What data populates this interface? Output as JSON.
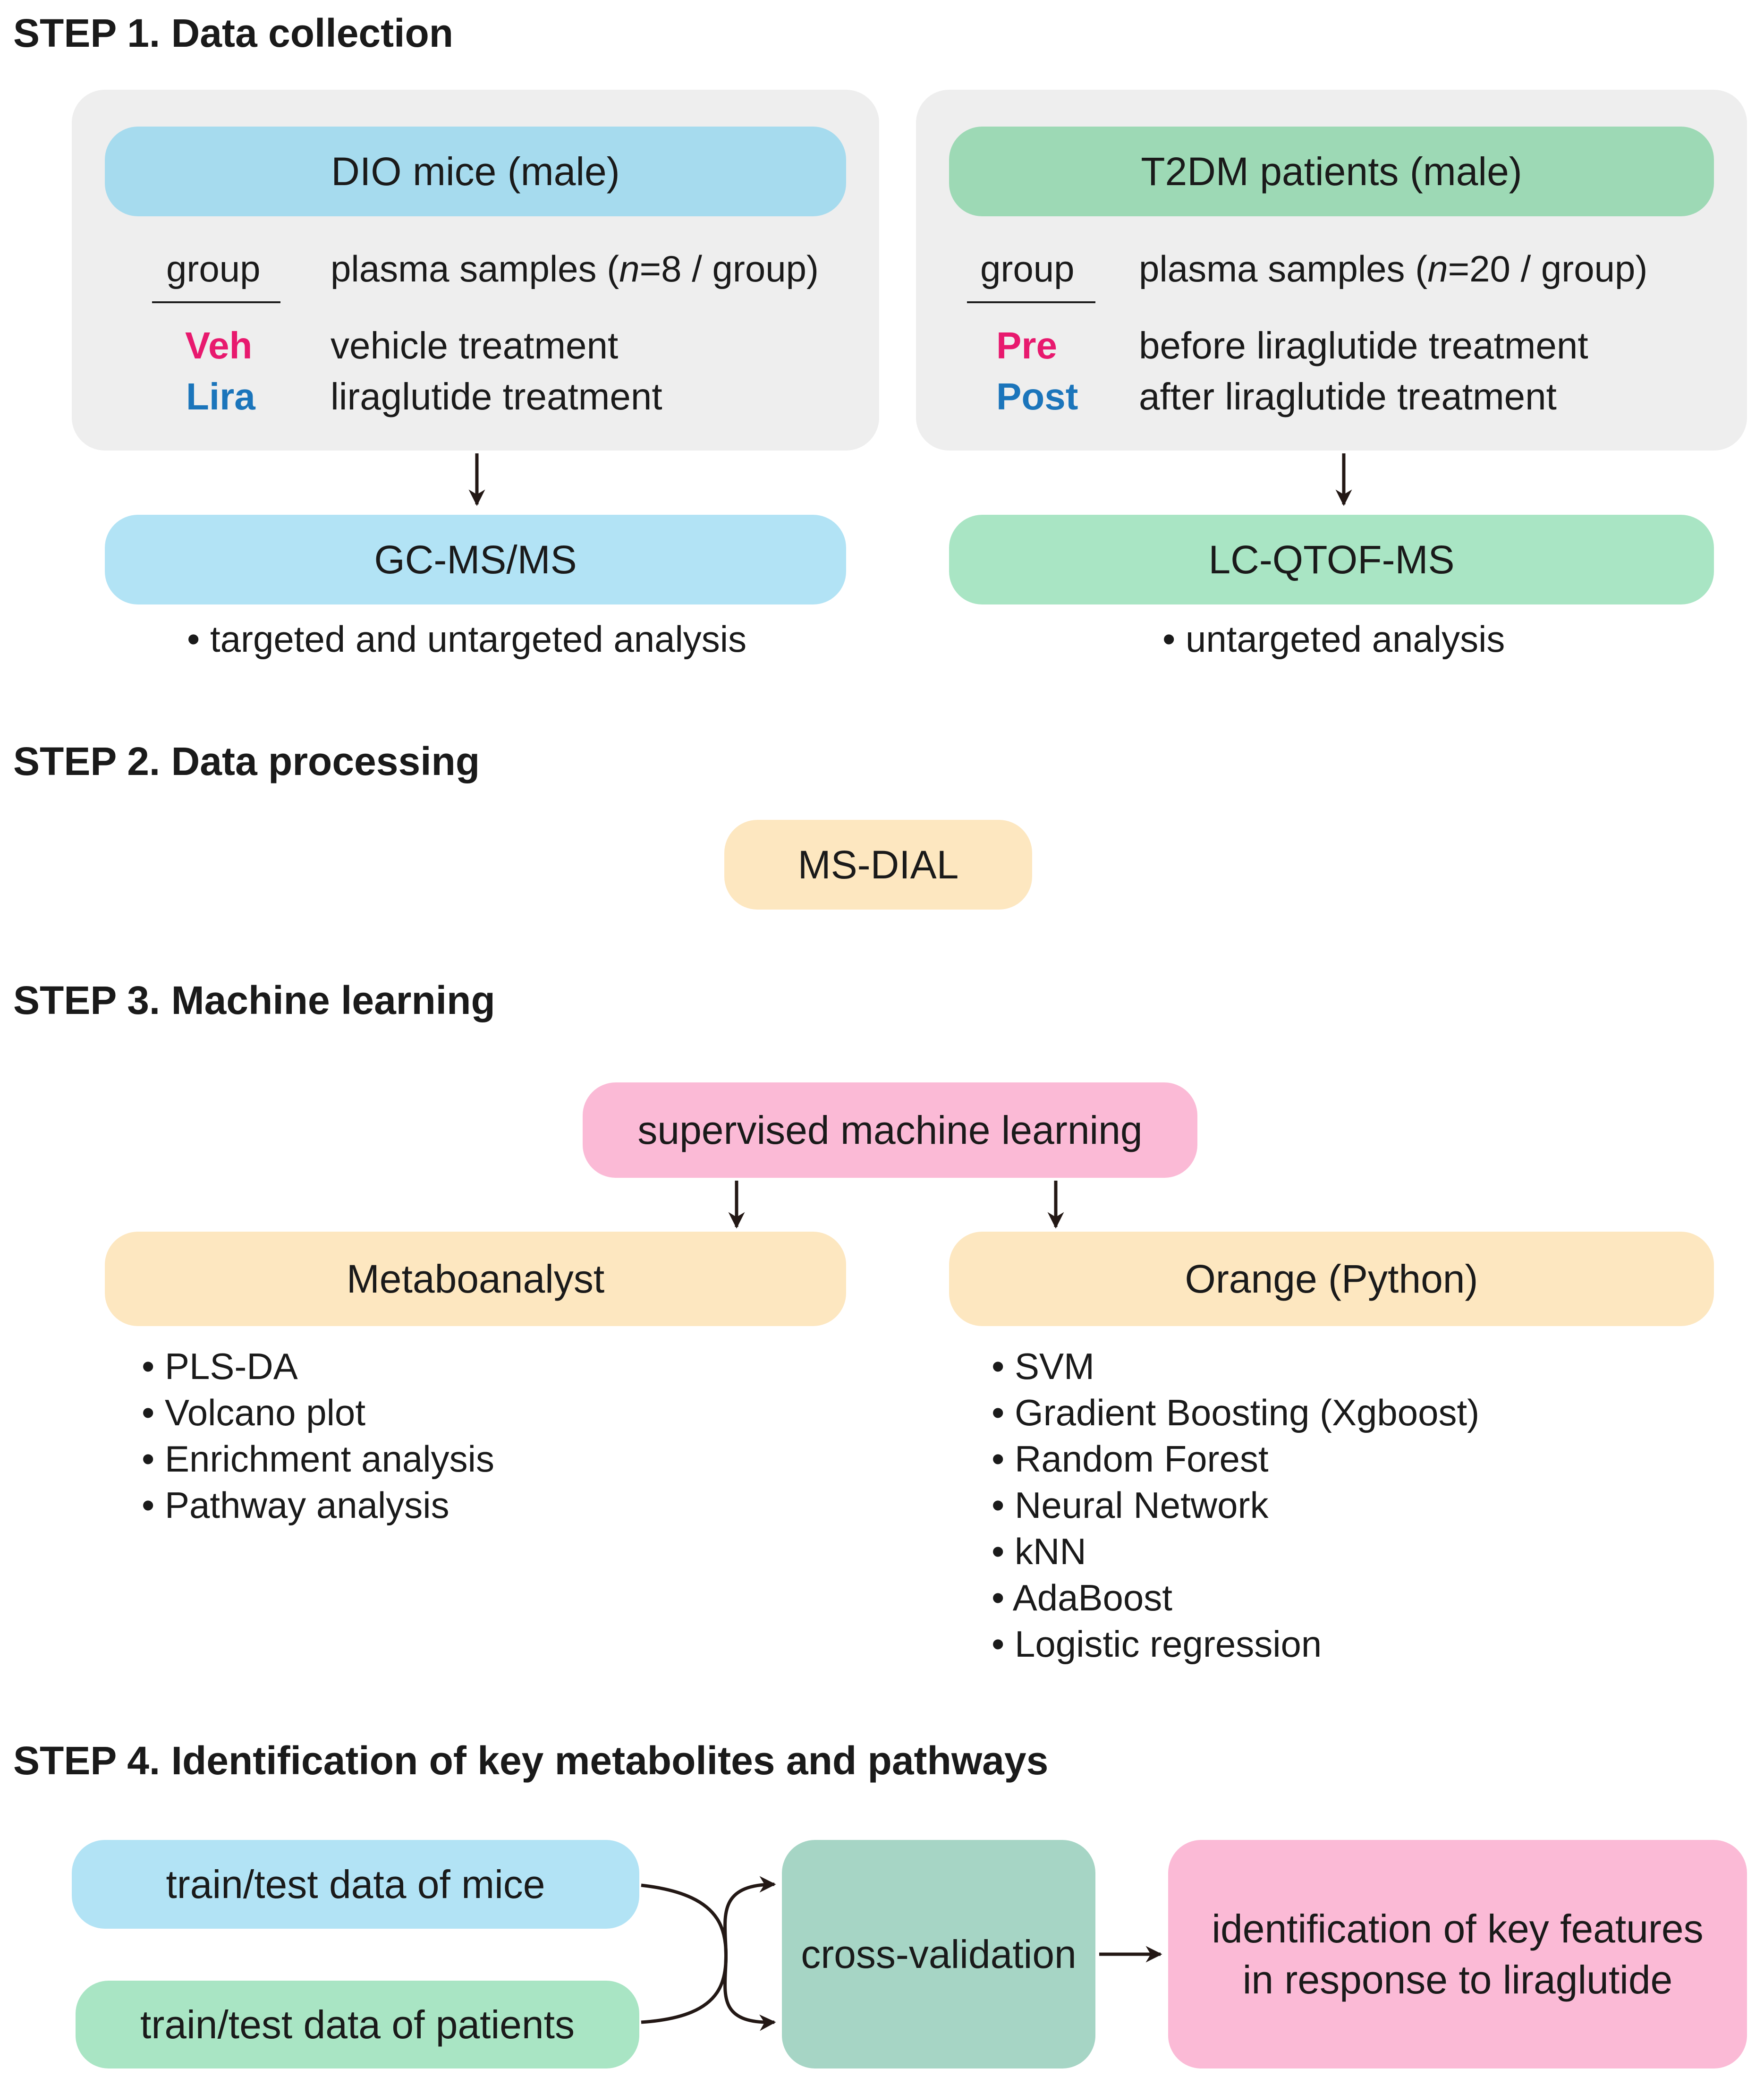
{
  "step1": {
    "title": "STEP 1. Data collection",
    "mice": {
      "header": "DIO mice (male)",
      "group_col": "group",
      "samples_prefix": "plasma samples (",
      "samples_n": "n",
      "samples_suffix": "=8 / group)",
      "rows": [
        {
          "group": "Veh",
          "desc": "vehicle treatment"
        },
        {
          "group": "Lira",
          "desc": "liraglutide treatment"
        }
      ],
      "method": "GC-MS/MS",
      "method_note": "targeted and untargeted analysis"
    },
    "patients": {
      "header": "T2DM patients (male)",
      "group_col": "group",
      "samples_prefix": "plasma samples (",
      "samples_n": "n",
      "samples_suffix": "=20 / group)",
      "rows": [
        {
          "group": "Pre",
          "desc": "before liraglutide treatment"
        },
        {
          "group": "Post",
          "desc": "after liraglutide treatment"
        }
      ],
      "method": "LC-QTOF-MS",
      "method_note": "untargeted analysis"
    }
  },
  "step2": {
    "title": "STEP 2. Data processing",
    "tool": "MS-DIAL"
  },
  "step3": {
    "title": "STEP 3. Machine learning",
    "root": "supervised machine learning",
    "left": {
      "header": "Metaboanalyst",
      "items": [
        "PLS-DA",
        "Volcano plot",
        "Enrichment analysis",
        "Pathway analysis"
      ]
    },
    "right": {
      "header": "Orange (Python)",
      "items": [
        "SVM",
        "Gradient Boosting (Xgboost)",
        "Random Forest",
        "Neural Network",
        "kNN",
        "AdaBoost",
        "Logistic regression"
      ]
    }
  },
  "step4": {
    "title": "STEP 4. Identification of key metabolites and pathways",
    "mice_data": "train/test data of mice",
    "patient_data": "train/test data of patients",
    "cv": "cross-validation",
    "result_line1": "identification of key features",
    "result_line2": "in response to liraglutide"
  },
  "colors": {
    "mice": "#a6dbee",
    "patients": "#9dd9b5",
    "processing": "#fde7c0",
    "ml_root": "#fbbad6",
    "cv": "#a6d5c5",
    "group_pink": "#e8196e",
    "group_blue": "#1b75bb"
  }
}
